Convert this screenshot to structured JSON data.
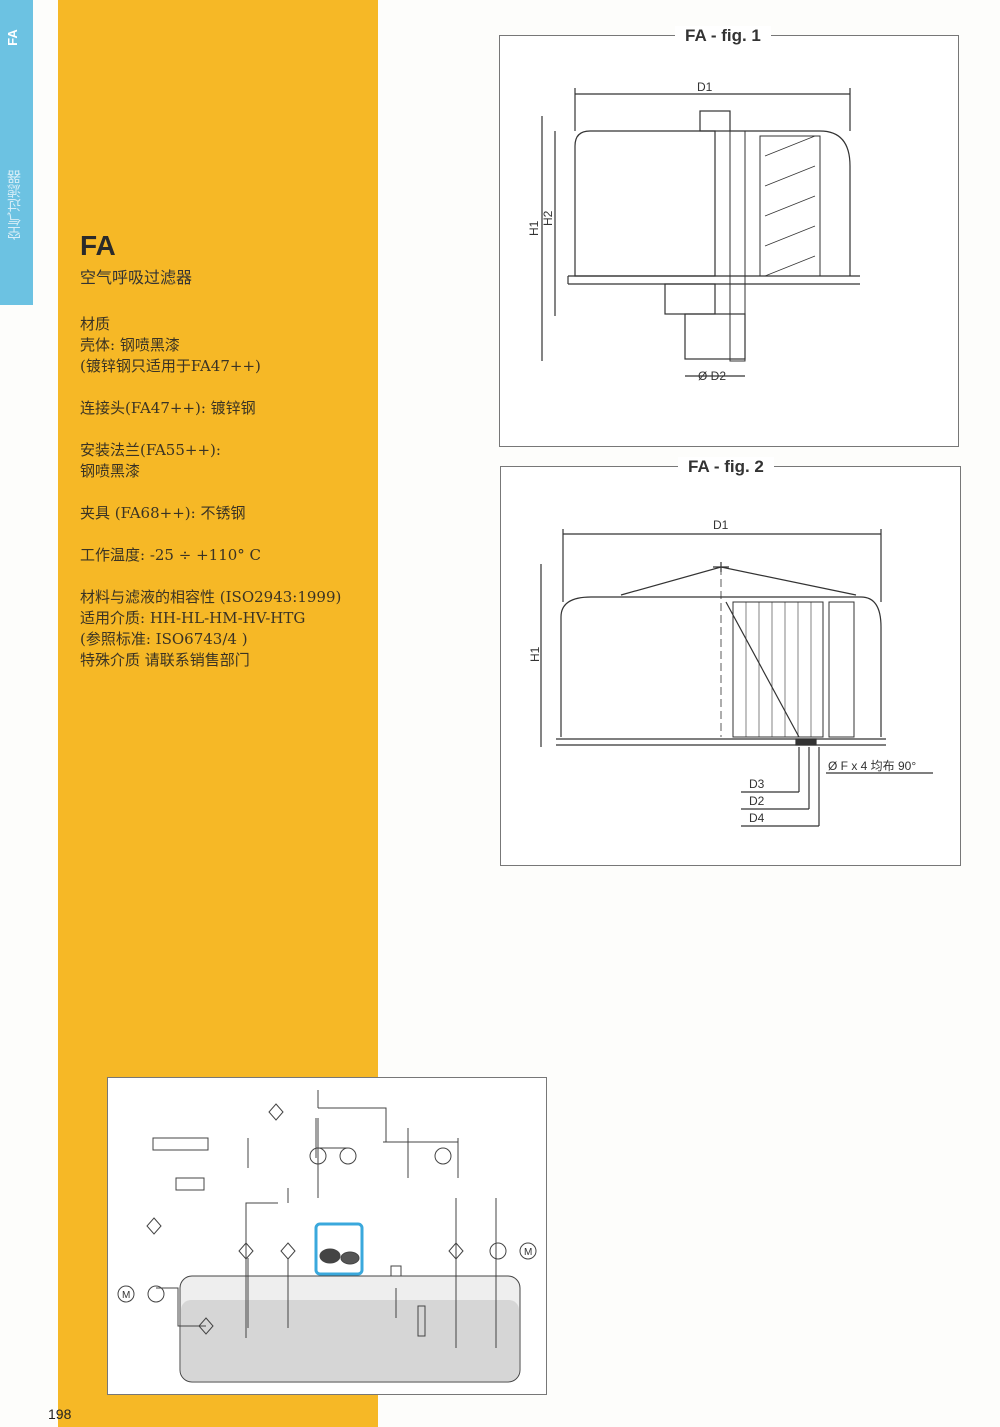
{
  "side_tab": {
    "code": "FA",
    "category": "空气过滤器"
  },
  "product": {
    "code": "FA",
    "name": "空气呼吸过滤器"
  },
  "specs": [
    [
      "材质",
      "壳体:  钢喷黑漆",
      "(镀锌钢只适用于FA47++)"
    ],
    [
      "连接头(FA47++): 镀锌钢"
    ],
    [
      "安装法兰(FA55++):",
      "钢喷黑漆"
    ],
    [
      "夹具 (FA68++): 不锈钢"
    ],
    [
      "工作温度: -25 ÷ +110° C"
    ],
    [
      "材料与滤液的相容性 (ISO2943:1999)",
      "适用介质: HH-HL-HM-HV-HTG",
      "(参照标准:  ISO6743/4 )",
      "特殊介质 请联系销售部门"
    ]
  ],
  "fig1": {
    "title": "FA - fig. 1",
    "labels": {
      "d1": "D1",
      "h1": "H1",
      "h2": "H2",
      "d2": "Ø D2"
    }
  },
  "fig2": {
    "title": "FA - fig. 2",
    "labels": {
      "d1": "D1",
      "h1": "H1",
      "f": "Ø F x 4 均布 90°",
      "d3": "D3",
      "d2": "D2",
      "d4": "D4"
    }
  },
  "schematic": {
    "motor1": "M",
    "motor2": "M"
  },
  "page_number": "198"
}
